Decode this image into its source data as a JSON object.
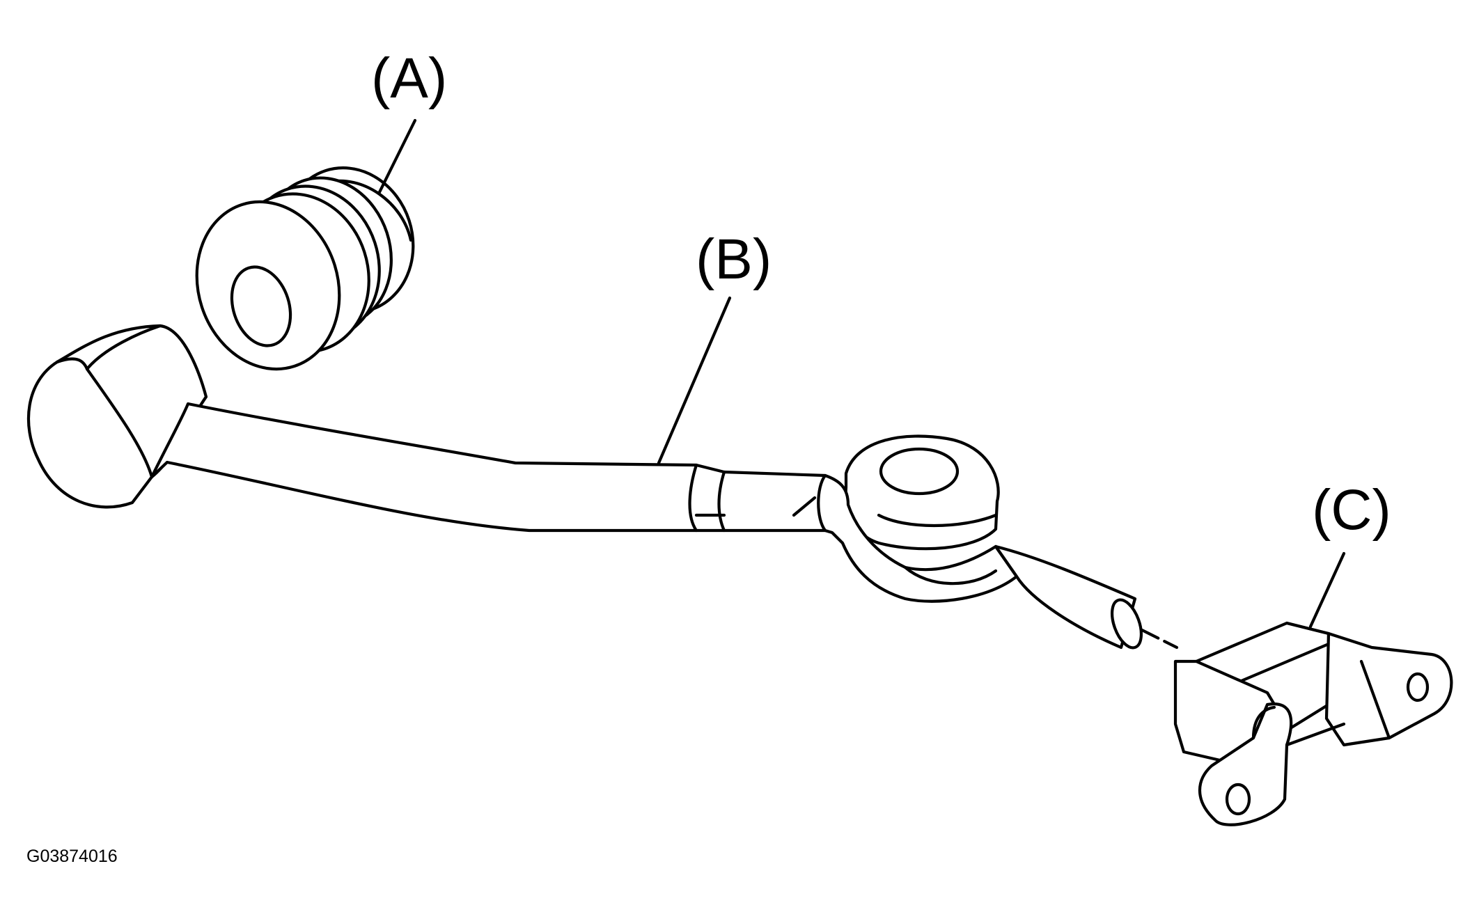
{
  "callouts": {
    "a": "(A)",
    "b": "(B)",
    "c": "(C)"
  },
  "figure_id": "G03874016"
}
